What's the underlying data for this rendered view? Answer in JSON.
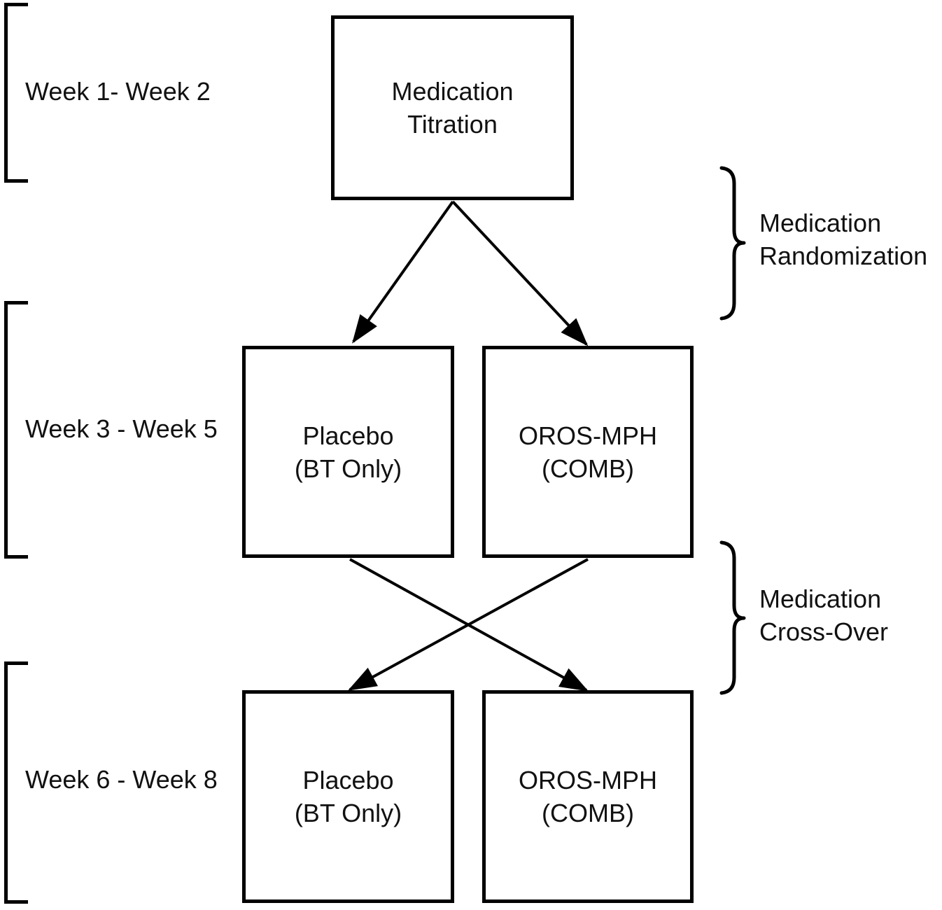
{
  "diagram": {
    "background": "#ffffff",
    "ink_color": "#000000",
    "week_labels": {
      "row1": "Week 1- Week 2",
      "row2": "Week 3 - Week 5",
      "row3": "Week 6 - Week 8"
    },
    "phases": {
      "titration": {
        "line1": "Medication",
        "line2": "Titration"
      },
      "placebo_weeks3to5": {
        "line1": "Placebo",
        "line2": "(BT Only)"
      },
      "oros_weeks3to5": {
        "line1": "OROS-MPH",
        "line2": "(COMB)"
      },
      "placebo_weeks6to8": {
        "line1": "Placebo",
        "line2": "(BT Only)"
      },
      "oros_weeks6to8": {
        "line1": "OROS-MPH",
        "line2": "(COMB)"
      }
    },
    "annotations": {
      "randomization": {
        "line1": "Medication",
        "line2": "Randomization"
      },
      "crossover": {
        "line1": "Medication",
        "line2": "Cross-Over"
      }
    }
  }
}
